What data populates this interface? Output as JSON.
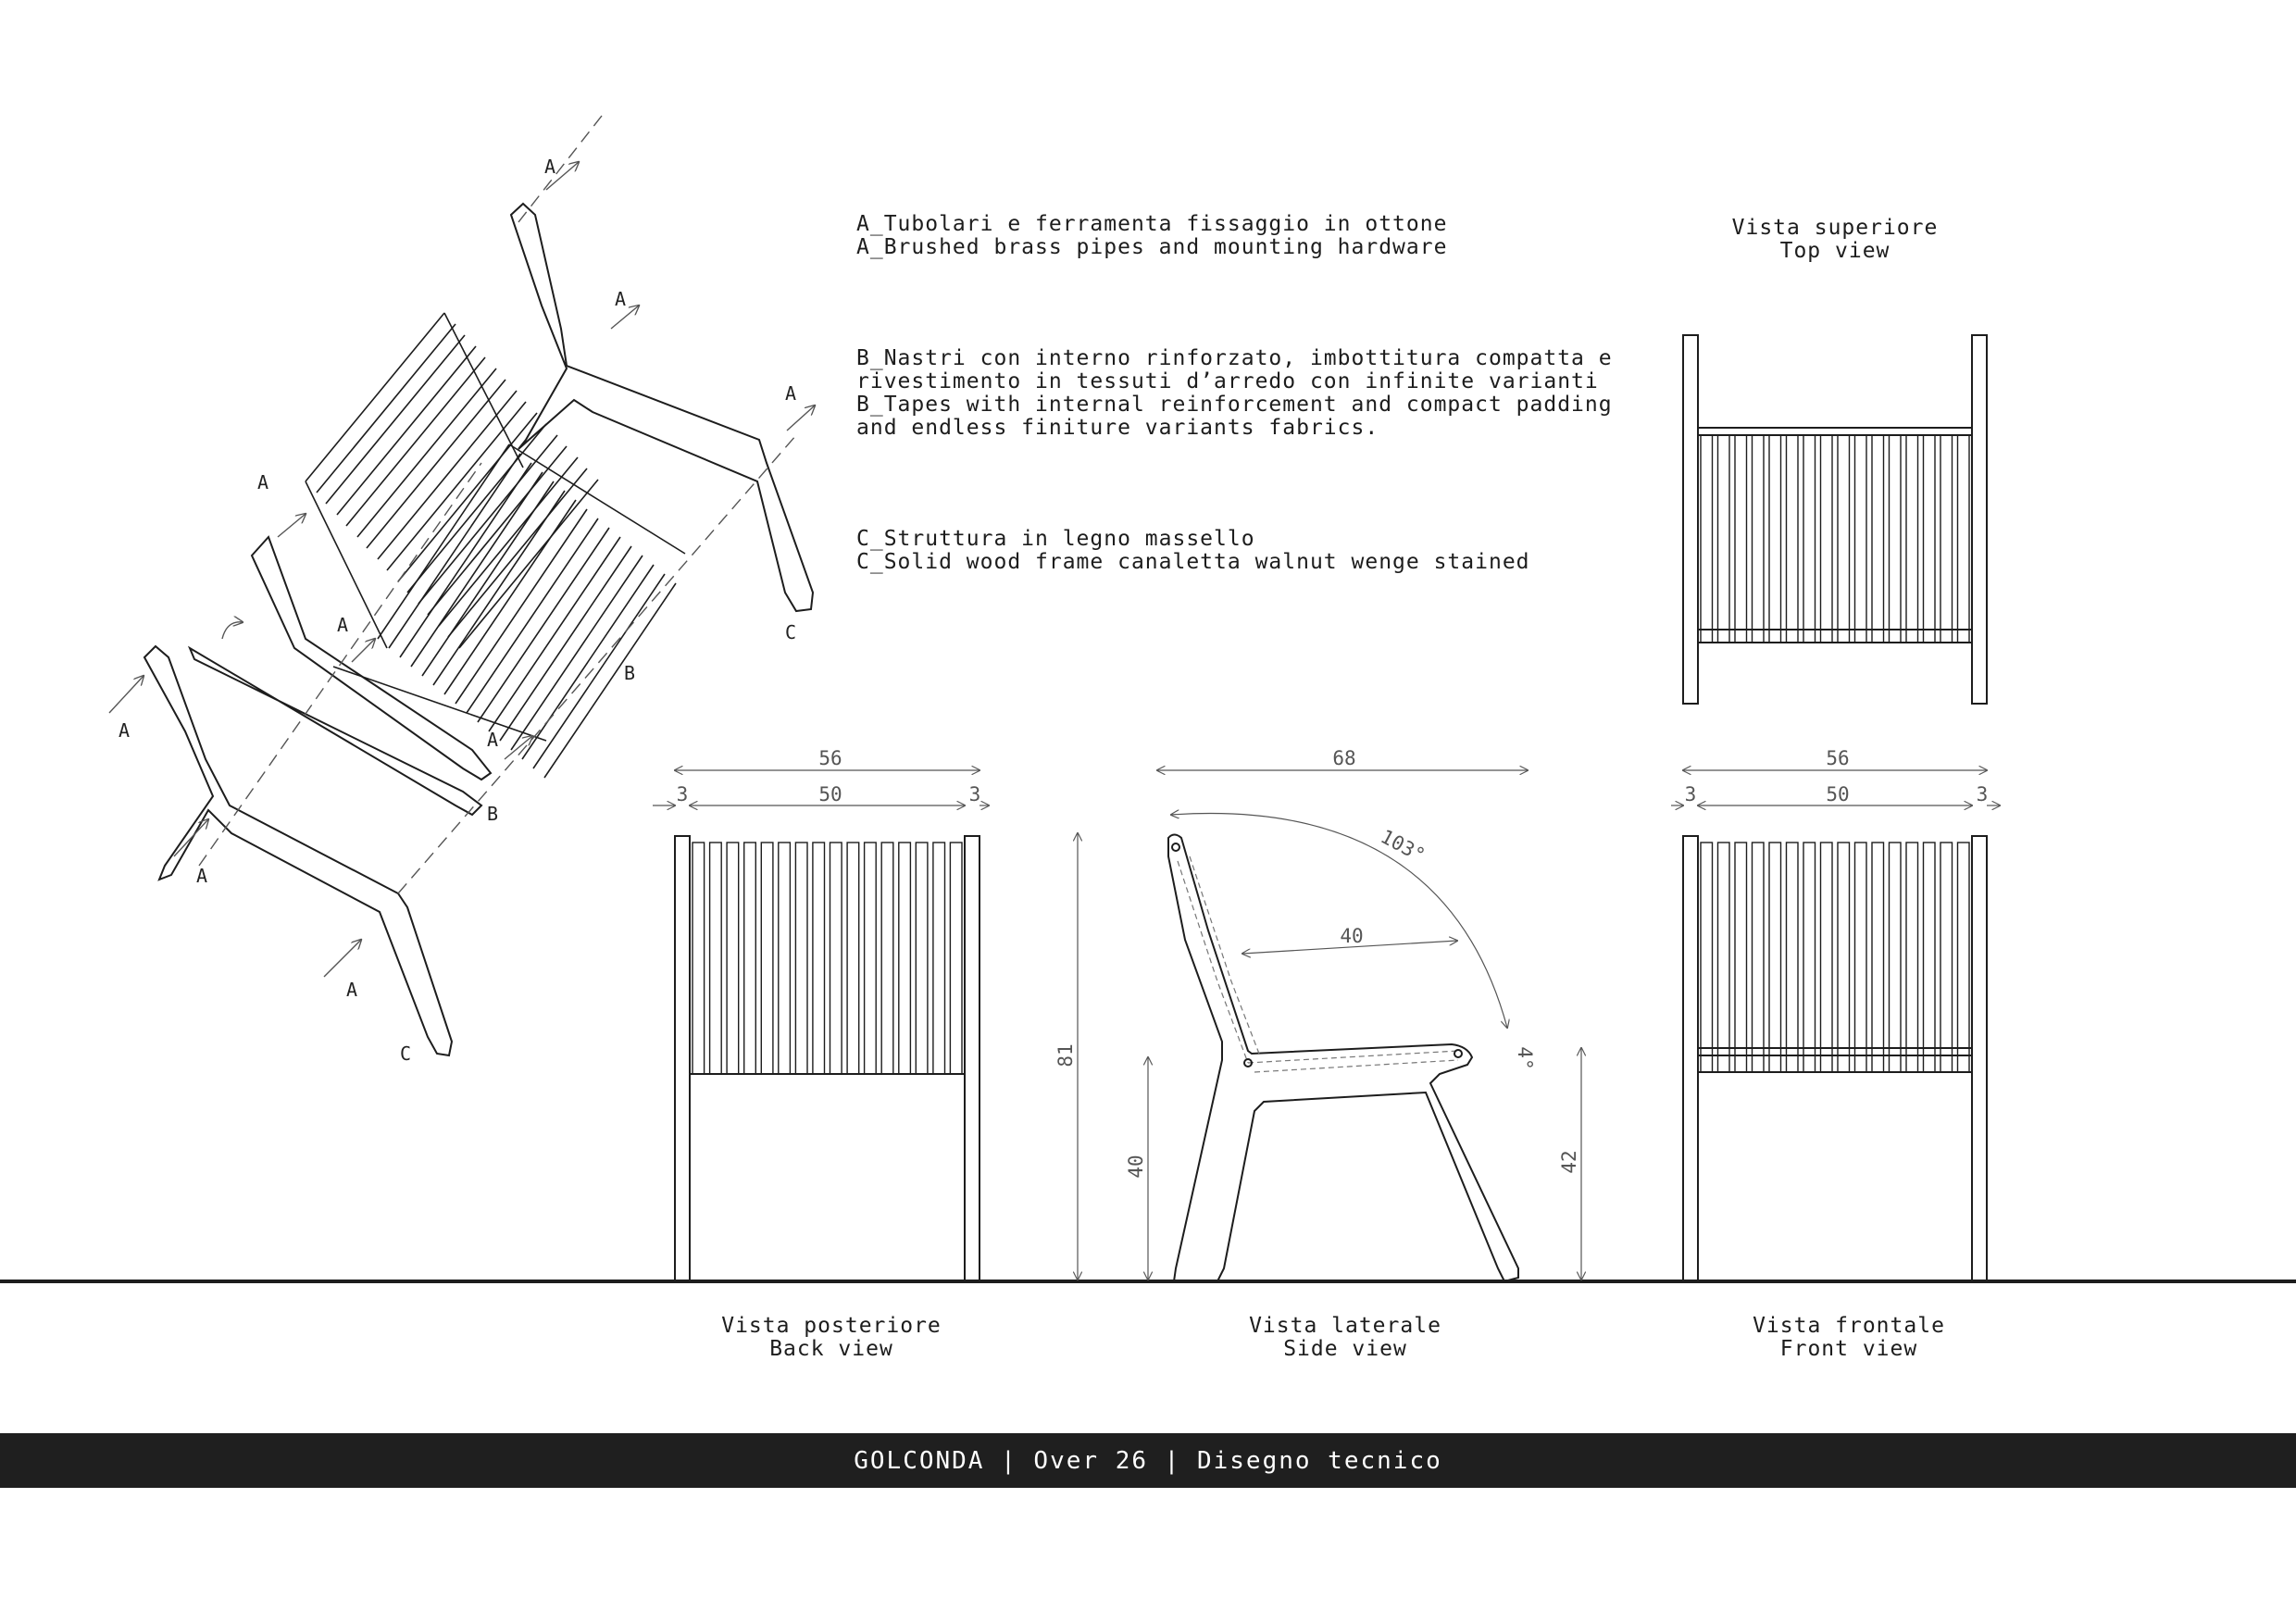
{
  "notes": [
    {
      "it": "A_Tubolari e ferramenta fissaggio in ottone",
      "en": "A_Brushed brass pipes and mounting hardware"
    },
    {
      "it1": "B_Nastri con interno rinforzato, imbottitura compatta e",
      "it2": "rivestimento in tessuti d’arredo con infinite varianti",
      "en1": "B_Tapes with internal reinforcement and compact padding",
      "en2": "and endless finiture variants fabrics."
    },
    {
      "it": "C_Struttura in legno massello",
      "en": "C_Solid wood frame canaletta walnut wenge stained"
    }
  ],
  "views": {
    "top": {
      "it": "Vista superiore",
      "en": "Top view"
    },
    "back": {
      "it": "Vista posteriore",
      "en": "Back view"
    },
    "side": {
      "it": "Vista laterale",
      "en": "Side view"
    },
    "front": {
      "it": "Vista frontale",
      "en": "Front view"
    }
  },
  "dimensions": {
    "back": {
      "overall": "56",
      "inner": "50",
      "left": "3",
      "right": "3"
    },
    "front": {
      "overall": "56",
      "inner": "50",
      "left": "3",
      "right": "3"
    },
    "side": {
      "depth": "68",
      "seat_depth": "40",
      "angle": "103°",
      "tilt": "4°",
      "height": "81",
      "seat_height": "40",
      "arm_height": "42"
    }
  },
  "part_labels": {
    "a": "A",
    "b": "B",
    "c": "C"
  },
  "footer": "GOLCONDA | Over 26 | Disegno tecnico"
}
